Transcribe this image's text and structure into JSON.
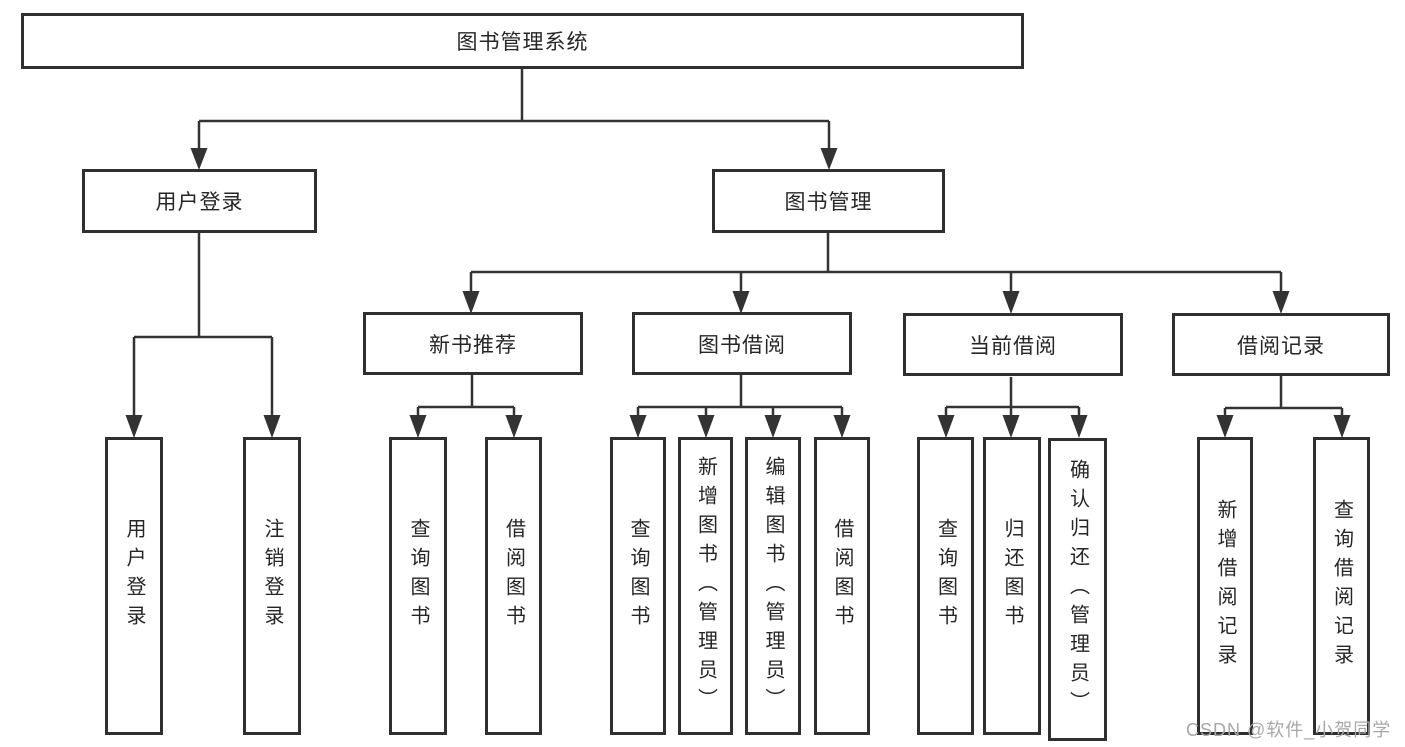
{
  "diagram": {
    "root": {
      "label": "图书管理系统"
    },
    "branches": [
      {
        "label": "用户登录",
        "children": [
          {
            "label": "用户登录"
          },
          {
            "label": "注销登录"
          }
        ]
      },
      {
        "label": "图书管理",
        "children": [
          {
            "label": "新书推荐",
            "children": [
              {
                "label": "查询图书"
              },
              {
                "label": "借阅图书"
              }
            ]
          },
          {
            "label": "图书借阅",
            "children": [
              {
                "label": "查询图书"
              },
              {
                "label": "新增图书（管理员）"
              },
              {
                "label": "编辑图书（管理员）"
              },
              {
                "label": "借阅图书"
              }
            ]
          },
          {
            "label": "当前借阅",
            "children": [
              {
                "label": "查询图书"
              },
              {
                "label": "归还图书"
              },
              {
                "label": "确认归还（管理员）"
              }
            ]
          },
          {
            "label": "借阅记录",
            "children": [
              {
                "label": "新增借阅记录"
              },
              {
                "label": "查询借阅记录"
              }
            ]
          }
        ]
      }
    ],
    "watermark": "CSDN @软件_小贺同学",
    "colors": {
      "line": "#333333",
      "box_border": "#2f2f2f",
      "box_fill": "#ffffff",
      "text": "#262626",
      "watermark": "#a8a8a8",
      "background": "#ffffff"
    }
  }
}
